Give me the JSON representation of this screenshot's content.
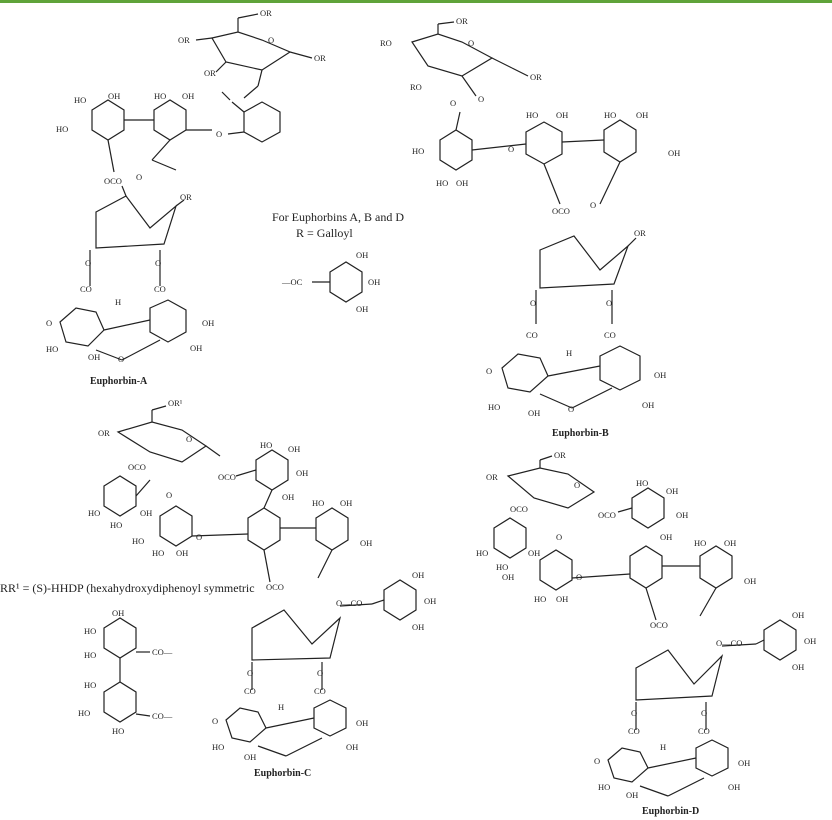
{
  "figure": {
    "accent_bar_color": "#5fa33a",
    "structures": [
      {
        "name": "Euphorbin-A"
      },
      {
        "name": "Euphorbin-B"
      },
      {
        "name": "Euphorbin-C"
      },
      {
        "name": "Euphorbin-D"
      }
    ],
    "note": {
      "line1": "For Euphorbins A, B and D",
      "line2": "R = Galloyl"
    },
    "hhdp_note": "RR¹ = (S)-HHDP (hexahydroxydiphenoyl symmetric",
    "labels": {
      "OR": "OR",
      "RO": "RO",
      "OH": "OH",
      "HO": "HO",
      "H": "H",
      "OCO": "OCO",
      "CO": "CO",
      "O": "O",
      "OC": "OC",
      "OR1": "OR¹",
      "CO_dash": "CO—",
      "O_CO": "O—CO",
      "dash_OC": "—OC"
    }
  }
}
